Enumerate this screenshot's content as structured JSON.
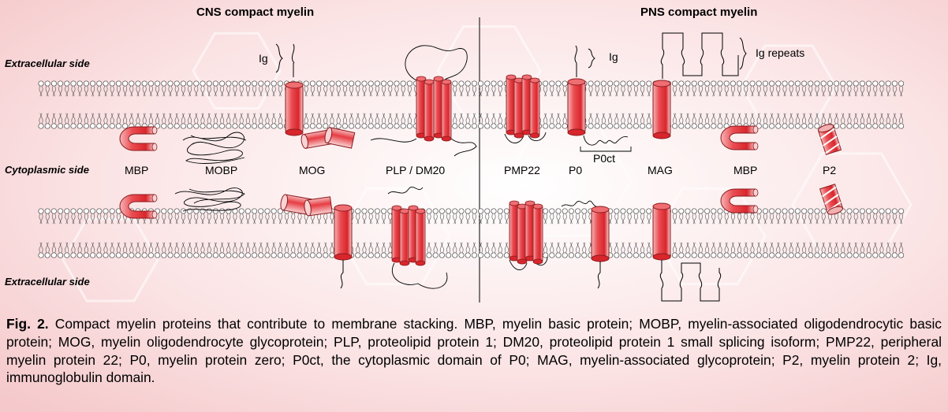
{
  "figure": {
    "titles": {
      "cns": "CNS compact myelin",
      "pns": "PNS compact myelin"
    },
    "side_labels": {
      "top_extracellular": "Extracellular side",
      "cytoplasmic": "Cytoplasmic side",
      "bottom_extracellular": "Extracellular side"
    },
    "protein_labels": {
      "mbp_cns": "MBP",
      "mobp": "MOBP",
      "mog": "MOG",
      "plp": "PLP / DM20",
      "pmp22": "PMP22",
      "p0": "P0",
      "p0ct": "P0ct",
      "mag": "MAG",
      "mbp_pns": "MBP",
      "p2": "P2"
    },
    "ig_labels": {
      "mog_ig": "Ig",
      "p0_ig": "Ig",
      "mag_ig": "Ig repeats"
    }
  },
  "caption": {
    "prefix": "Fig. 2.",
    "text": " Compact myelin proteins that contribute to membrane stacking. MBP, myelin basic protein; MOBP, myelin-associated oligodendrocytic basic protein; MOG, myelin oligodendrocyte glycoprotein; PLP, proteolipid protein 1; DM20, proteolipid protein 1 small splicing isoform; PMP22, peripheral myelin protein 22; P0, myelin protein zero; P0ct, the cytoplasmic domain of P0; MAG, myelin-associated glycoprotein; P2, myelin protein 2; Ig, immunoglobulin domain."
  },
  "colors": {
    "protein": "#e23a3f",
    "protein_light": "#f7c2c3",
    "background": "#fbe9ea"
  }
}
